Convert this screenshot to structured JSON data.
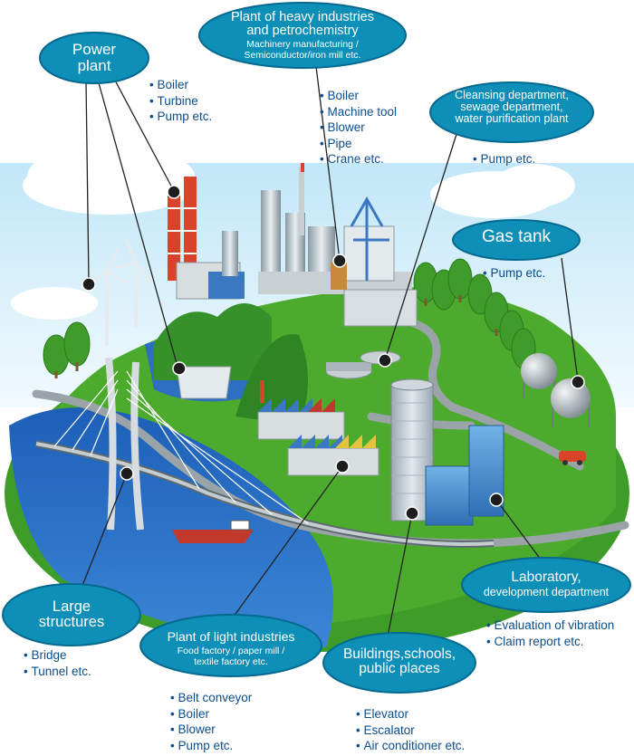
{
  "colors": {
    "label_fill": "#0e8fb8",
    "label_fill_dark": "#08709a",
    "bullet_text": "#0b4e8c",
    "sky": "#bfe6f7",
    "grass": "#4caa2c",
    "water": "#2a6fc7",
    "road": "#8a9496"
  },
  "power_plant": {
    "title_line1": "Power",
    "title_line2": "plant",
    "items": [
      "Boiler",
      "Turbine",
      "Pump etc."
    ]
  },
  "heavy_industries": {
    "title_line1": "Plant of heavy industries",
    "title_line2": "and petrochemistry",
    "sub_line1": "Machinery manufacturing /",
    "sub_line2": "Semiconductor/iron mill etc.",
    "items": [
      "Boiler",
      "Machine tool",
      "Blower",
      "Pipe",
      "Crane etc."
    ]
  },
  "cleansing": {
    "title_line1": "Cleansing department,",
    "title_line2": "sewage department,",
    "title_line3": "water purification plant",
    "items": [
      "Pump etc."
    ]
  },
  "gas_tank": {
    "title": "Gas tank",
    "items": [
      "Pump etc."
    ]
  },
  "large_structures": {
    "title_line1": "Large",
    "title_line2": "structures",
    "items": [
      "Bridge",
      "Tunnel etc."
    ]
  },
  "light_industries": {
    "title": "Plant of light industries",
    "sub_line1": "Food factory / paper mill /",
    "sub_line2": "textile factory etc.",
    "items": [
      "Belt conveyor",
      "Boiler",
      "Blower",
      "Pump etc."
    ]
  },
  "buildings": {
    "title_line1": "Buildings,schools,",
    "title_line2": "public places",
    "items": [
      "Elevator",
      "Escalator",
      "Air conditioner etc."
    ]
  },
  "laboratory": {
    "title_line1": "Laboratory,",
    "title_line2": "development department",
    "items": [
      "Evaluation of vibration",
      "Claim report etc."
    ]
  }
}
